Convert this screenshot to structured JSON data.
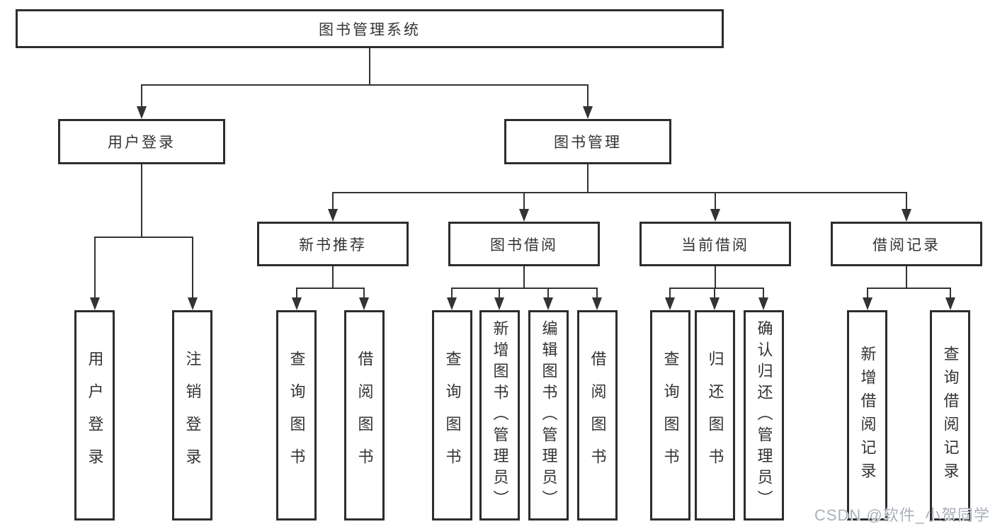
{
  "tree": {
    "root": {
      "label": "图书管理系统"
    },
    "level2": [
      {
        "label": "用户登录"
      },
      {
        "label": "图书管理"
      }
    ],
    "level3": [
      {
        "label": "新书推荐"
      },
      {
        "label": "图书借阅"
      },
      {
        "label": "当前借阅"
      },
      {
        "label": "借阅记录"
      }
    ],
    "leaves": {
      "user_login": [
        {
          "label": "用户登录"
        },
        {
          "label": "注销登录"
        }
      ],
      "new_books": [
        {
          "label": "查询图书"
        },
        {
          "label": "借阅图书"
        }
      ],
      "book_borrow": [
        {
          "label": "查询图书"
        },
        {
          "label": "新增图书（管理员）"
        },
        {
          "label": "编辑图书（管理员）"
        },
        {
          "label": "借阅图书"
        }
      ],
      "current_borrow": [
        {
          "label": "查询图书"
        },
        {
          "label": "归还图书"
        },
        {
          "label": "确认归还（管理员）"
        }
      ],
      "borrow_records": [
        {
          "label": "新增借阅记录"
        },
        {
          "label": "查询借阅记录"
        }
      ]
    }
  },
  "watermark": {
    "text": "CSDN @软件_小贺同学"
  },
  "colors": {
    "line": "#333333",
    "box_border": "#2d2d2d",
    "text": "#333333",
    "background": "#ffffff",
    "watermark_text": "#aab0b8"
  }
}
